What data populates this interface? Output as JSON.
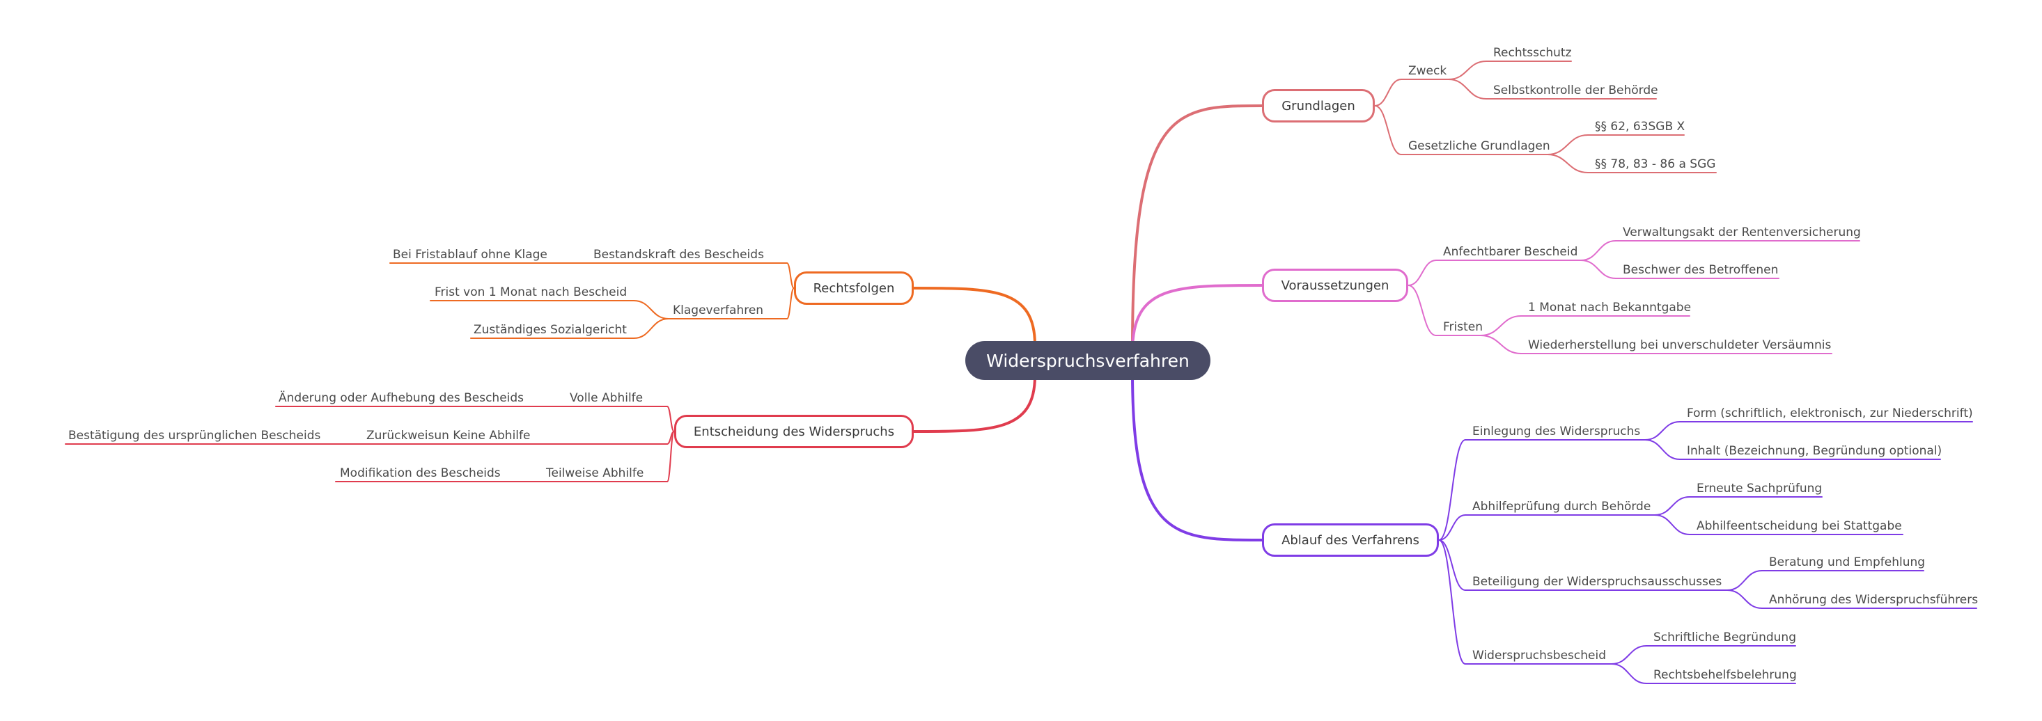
{
  "colors": {
    "grundlagen": "#dc6e74",
    "voraussetzungen": "#e06ccd",
    "ablauf": "#7f3ce6",
    "rechtsfolgen": "#ee6a22",
    "entscheidung": "#e03c4e",
    "root": "#4a4c66"
  },
  "root": {
    "label": "Widerspruchsverfahren"
  },
  "branches": {
    "grundlagen": {
      "label": "Grundlagen",
      "children": [
        {
          "label": "Zweck",
          "children": [
            "Rechtsschutz",
            "Selbstkontrolle der Behörde"
          ]
        },
        {
          "label": "Gesetzliche Grundlagen",
          "children": [
            "§§ 62, 63SGB X",
            "§§ 78, 83 - 86 a SGG"
          ]
        }
      ]
    },
    "voraussetzungen": {
      "label": "Voraussetzungen",
      "children": [
        {
          "label": "Anfechtbarer Bescheid",
          "children": [
            "Verwaltungsakt der Rentenversicherung",
            "Beschwer des Betroffenen"
          ]
        },
        {
          "label": "Fristen",
          "children": [
            "1 Monat nach Bekanntgabe",
            "Wiederherstellung bei unverschuldeter Versäumnis"
          ]
        }
      ]
    },
    "ablauf": {
      "label": "Ablauf des Verfahrens",
      "children": [
        {
          "label": "Einlegung des Widerspruchs",
          "children": [
            "Form (schriftlich, elektronisch, zur Niederschrift)",
            "Inhalt (Bezeichnung, Begründung optional)"
          ]
        },
        {
          "label": "Abhilfeprüfung durch Behörde",
          "children": [
            "Erneute Sachprüfung",
            "Abhilfeentscheidung bei Stattgabe"
          ]
        },
        {
          "label": "Beteiligung der Widerspruchsausschusses",
          "children": [
            "Beratung und Empfehlung",
            "Anhörung des Widerspruchsführers"
          ]
        },
        {
          "label": "Widerspruchsbescheid",
          "children": [
            "Schriftliche Begründung",
            "Rechtsbehelfsbelehrung"
          ]
        }
      ]
    },
    "rechtsfolgen": {
      "label": "Rechtsfolgen",
      "children": [
        {
          "label": "Bestandskraft des Bescheids",
          "children": [
            "Bei Fristablauf ohne Klage"
          ]
        },
        {
          "label": "Klageverfahren",
          "children": [
            "Frist von 1 Monat nach Bescheid",
            "Zuständiges Sozialgericht"
          ]
        }
      ]
    },
    "entscheidung": {
      "label": "Entscheidung des Widerspruchs",
      "children": [
        {
          "label": "Volle Abhilfe",
          "children": [
            "Änderung oder Aufhebung des Bescheids"
          ]
        },
        {
          "label": "Zurückweisun Keine Abhilfe",
          "children": [
            "Bestätigung des ursprünglichen Bescheids"
          ]
        },
        {
          "label": "Teilweise Abhilfe",
          "children": [
            "Modifikation des Bescheids"
          ]
        }
      ]
    }
  }
}
